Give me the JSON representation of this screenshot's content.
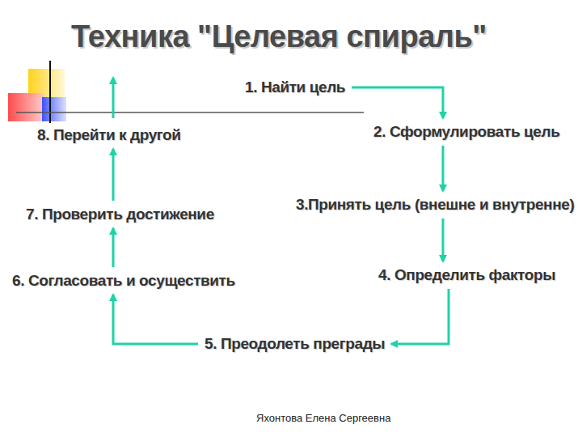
{
  "diagram": {
    "title": "Техника \"Целевая спираль\"",
    "nodes": [
      {
        "text": [
          "1. Найти цель"
        ]
      },
      {
        "text": [
          "2. Сформулировать цель"
        ]
      },
      {
        "text": [
          "3.Принять цель (внешне и внутренне)"
        ]
      },
      {
        "text": [
          "4. Определить факторы"
        ]
      },
      {
        "text": [
          "5. Преодолеть преграды"
        ]
      },
      {
        "text": [
          "6. Согласовать и осуществить"
        ]
      },
      {
        "text": [
          "7. Проверить достижение"
        ]
      },
      {
        "text": [
          "8. Перейти к другой"
        ]
      }
    ],
    "edges": [
      {
        "from": 0,
        "to": 1,
        "arrow": "to"
      },
      {
        "from": 1,
        "to": 2,
        "arrow": "to"
      },
      {
        "from": 2,
        "to": 3,
        "arrow": "to"
      },
      {
        "from": 3,
        "to": 4,
        "arrow": "to"
      },
      {
        "from": 4,
        "to": 5,
        "arrow": "to"
      },
      {
        "from": 5,
        "to": 6,
        "arrow": "to"
      },
      {
        "from": 6,
        "to": 7,
        "arrow": "to"
      }
    ],
    "labels": [
      "Яхонтова Елена Сергеевна"
    ]
  }
}
